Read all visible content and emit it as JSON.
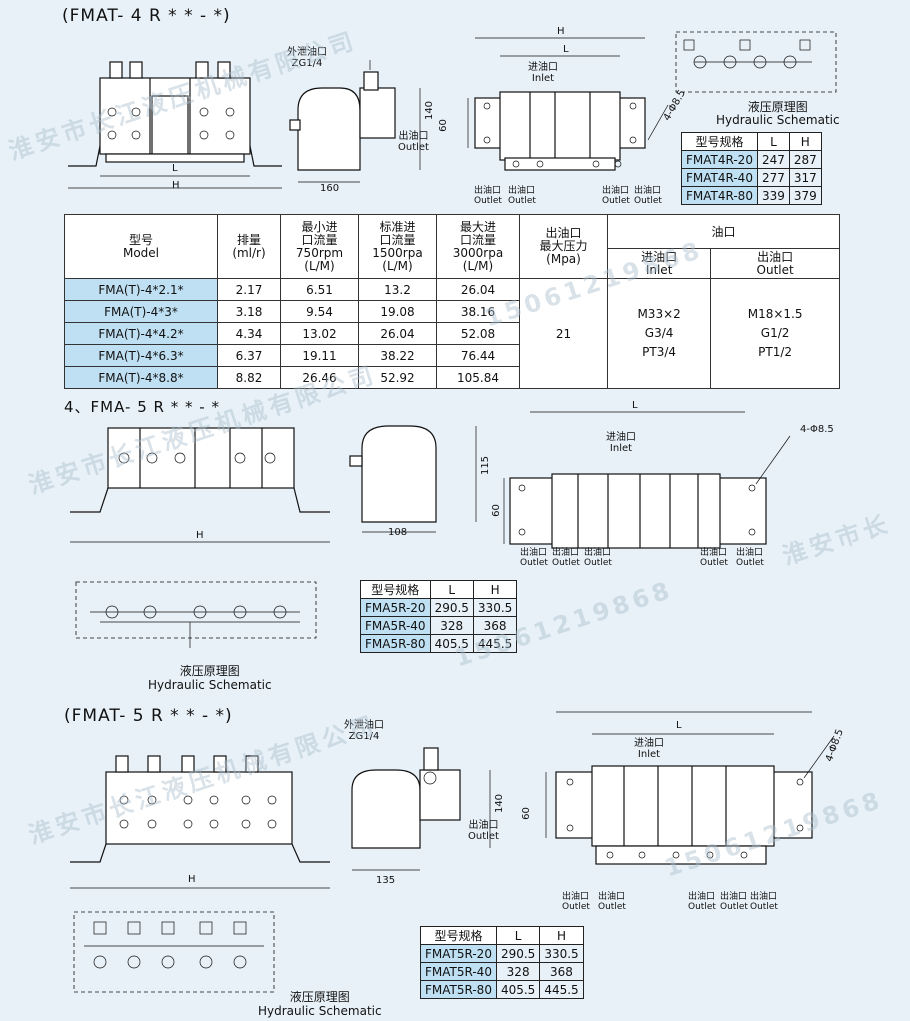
{
  "sections": {
    "s1_title": "(FMAT- 4 R * * - *)",
    "s2_title": "4、FMA- 5 R * * - *",
    "s3_title": "(FMAT- 5 R * * - *)"
  },
  "labels": {
    "drain_cn": "外泄油口",
    "drain_thread": "ZG1/4",
    "inlet_cn": "进油口",
    "inlet_en": "Inlet",
    "outlet_cn": "出油口",
    "outlet_en": "Outlet",
    "schematic_cn": "液压原理图",
    "schematic_en": "Hydraulic Schematic",
    "hole_spec": "4-Φ8.5"
  },
  "dims": {
    "L": "L",
    "H": "H",
    "s1_width": "160",
    "s1_height": "140",
    "s1_mount": "60",
    "s2_width": "108",
    "s2_height": "115",
    "s2_mount": "60",
    "s3_width": "135",
    "s3_height": "140",
    "s3_mount": "60"
  },
  "spec_tables": {
    "fmat4r": {
      "headers": [
        "型号规格",
        "L",
        "H"
      ],
      "rows": [
        [
          "FMAT4R-20",
          "247",
          "287"
        ],
        [
          "FMAT4R-40",
          "277",
          "317"
        ],
        [
          "FMAT4R-80",
          "339",
          "379"
        ]
      ]
    },
    "fma5r": {
      "headers": [
        "型号规格",
        "L",
        "H"
      ],
      "rows": [
        [
          "FMA5R-20",
          "290.5",
          "330.5"
        ],
        [
          "FMA5R-40",
          "328",
          "368"
        ],
        [
          "FMA5R-80",
          "405.5",
          "445.5"
        ]
      ]
    },
    "fmat5r": {
      "headers": [
        "型号规格",
        "L",
        "H"
      ],
      "rows": [
        [
          "FMAT5R-20",
          "290.5",
          "330.5"
        ],
        [
          "FMAT5R-40",
          "328",
          "368"
        ],
        [
          "FMAT5R-80",
          "405.5",
          "445.5"
        ]
      ]
    }
  },
  "main_table": {
    "h_model": [
      "型号",
      "Model"
    ],
    "h_disp": [
      "排量",
      "(ml/r)"
    ],
    "h_min": [
      "最小进",
      "口流量",
      "750rpm",
      "(L/M)"
    ],
    "h_std": [
      "标准进",
      "口流量",
      "1500rpa",
      "(L/M)"
    ],
    "h_max": [
      "最大进",
      "口流量",
      "3000rpa",
      "(L/M)"
    ],
    "h_pres": [
      "出油口",
      "最大压力",
      "(Mpa)"
    ],
    "h_ports": "油口",
    "h_inlet": [
      "进油口",
      "Inlet"
    ],
    "h_outlet": [
      "出油口",
      "Outlet"
    ],
    "rows": [
      [
        "FMA(T)-4*2.1*",
        "2.17",
        "6.51",
        "13.2",
        "26.04"
      ],
      [
        "FMA(T)-4*3*",
        "3.18",
        "9.54",
        "19.08",
        "38.16"
      ],
      [
        "FMA(T)-4*4.2*",
        "4.34",
        "13.02",
        "26.04",
        "52.08"
      ],
      [
        "FMA(T)-4*6.3*",
        "6.37",
        "19.11",
        "38.22",
        "76.44"
      ],
      [
        "FMA(T)-4*8.8*",
        "8.82",
        "26.46",
        "52.92",
        "105.84"
      ]
    ],
    "pressure": "21",
    "inlet_threads": [
      "M33×2",
      "G3/4",
      "PT3/4"
    ],
    "outlet_threads": [
      "M18×1.5",
      "G1/2",
      "PT1/2"
    ]
  },
  "watermarks": {
    "w1": "淮安市长江液压机械有限公司",
    "w2": "15061219868",
    "w3": "淮安市长"
  }
}
